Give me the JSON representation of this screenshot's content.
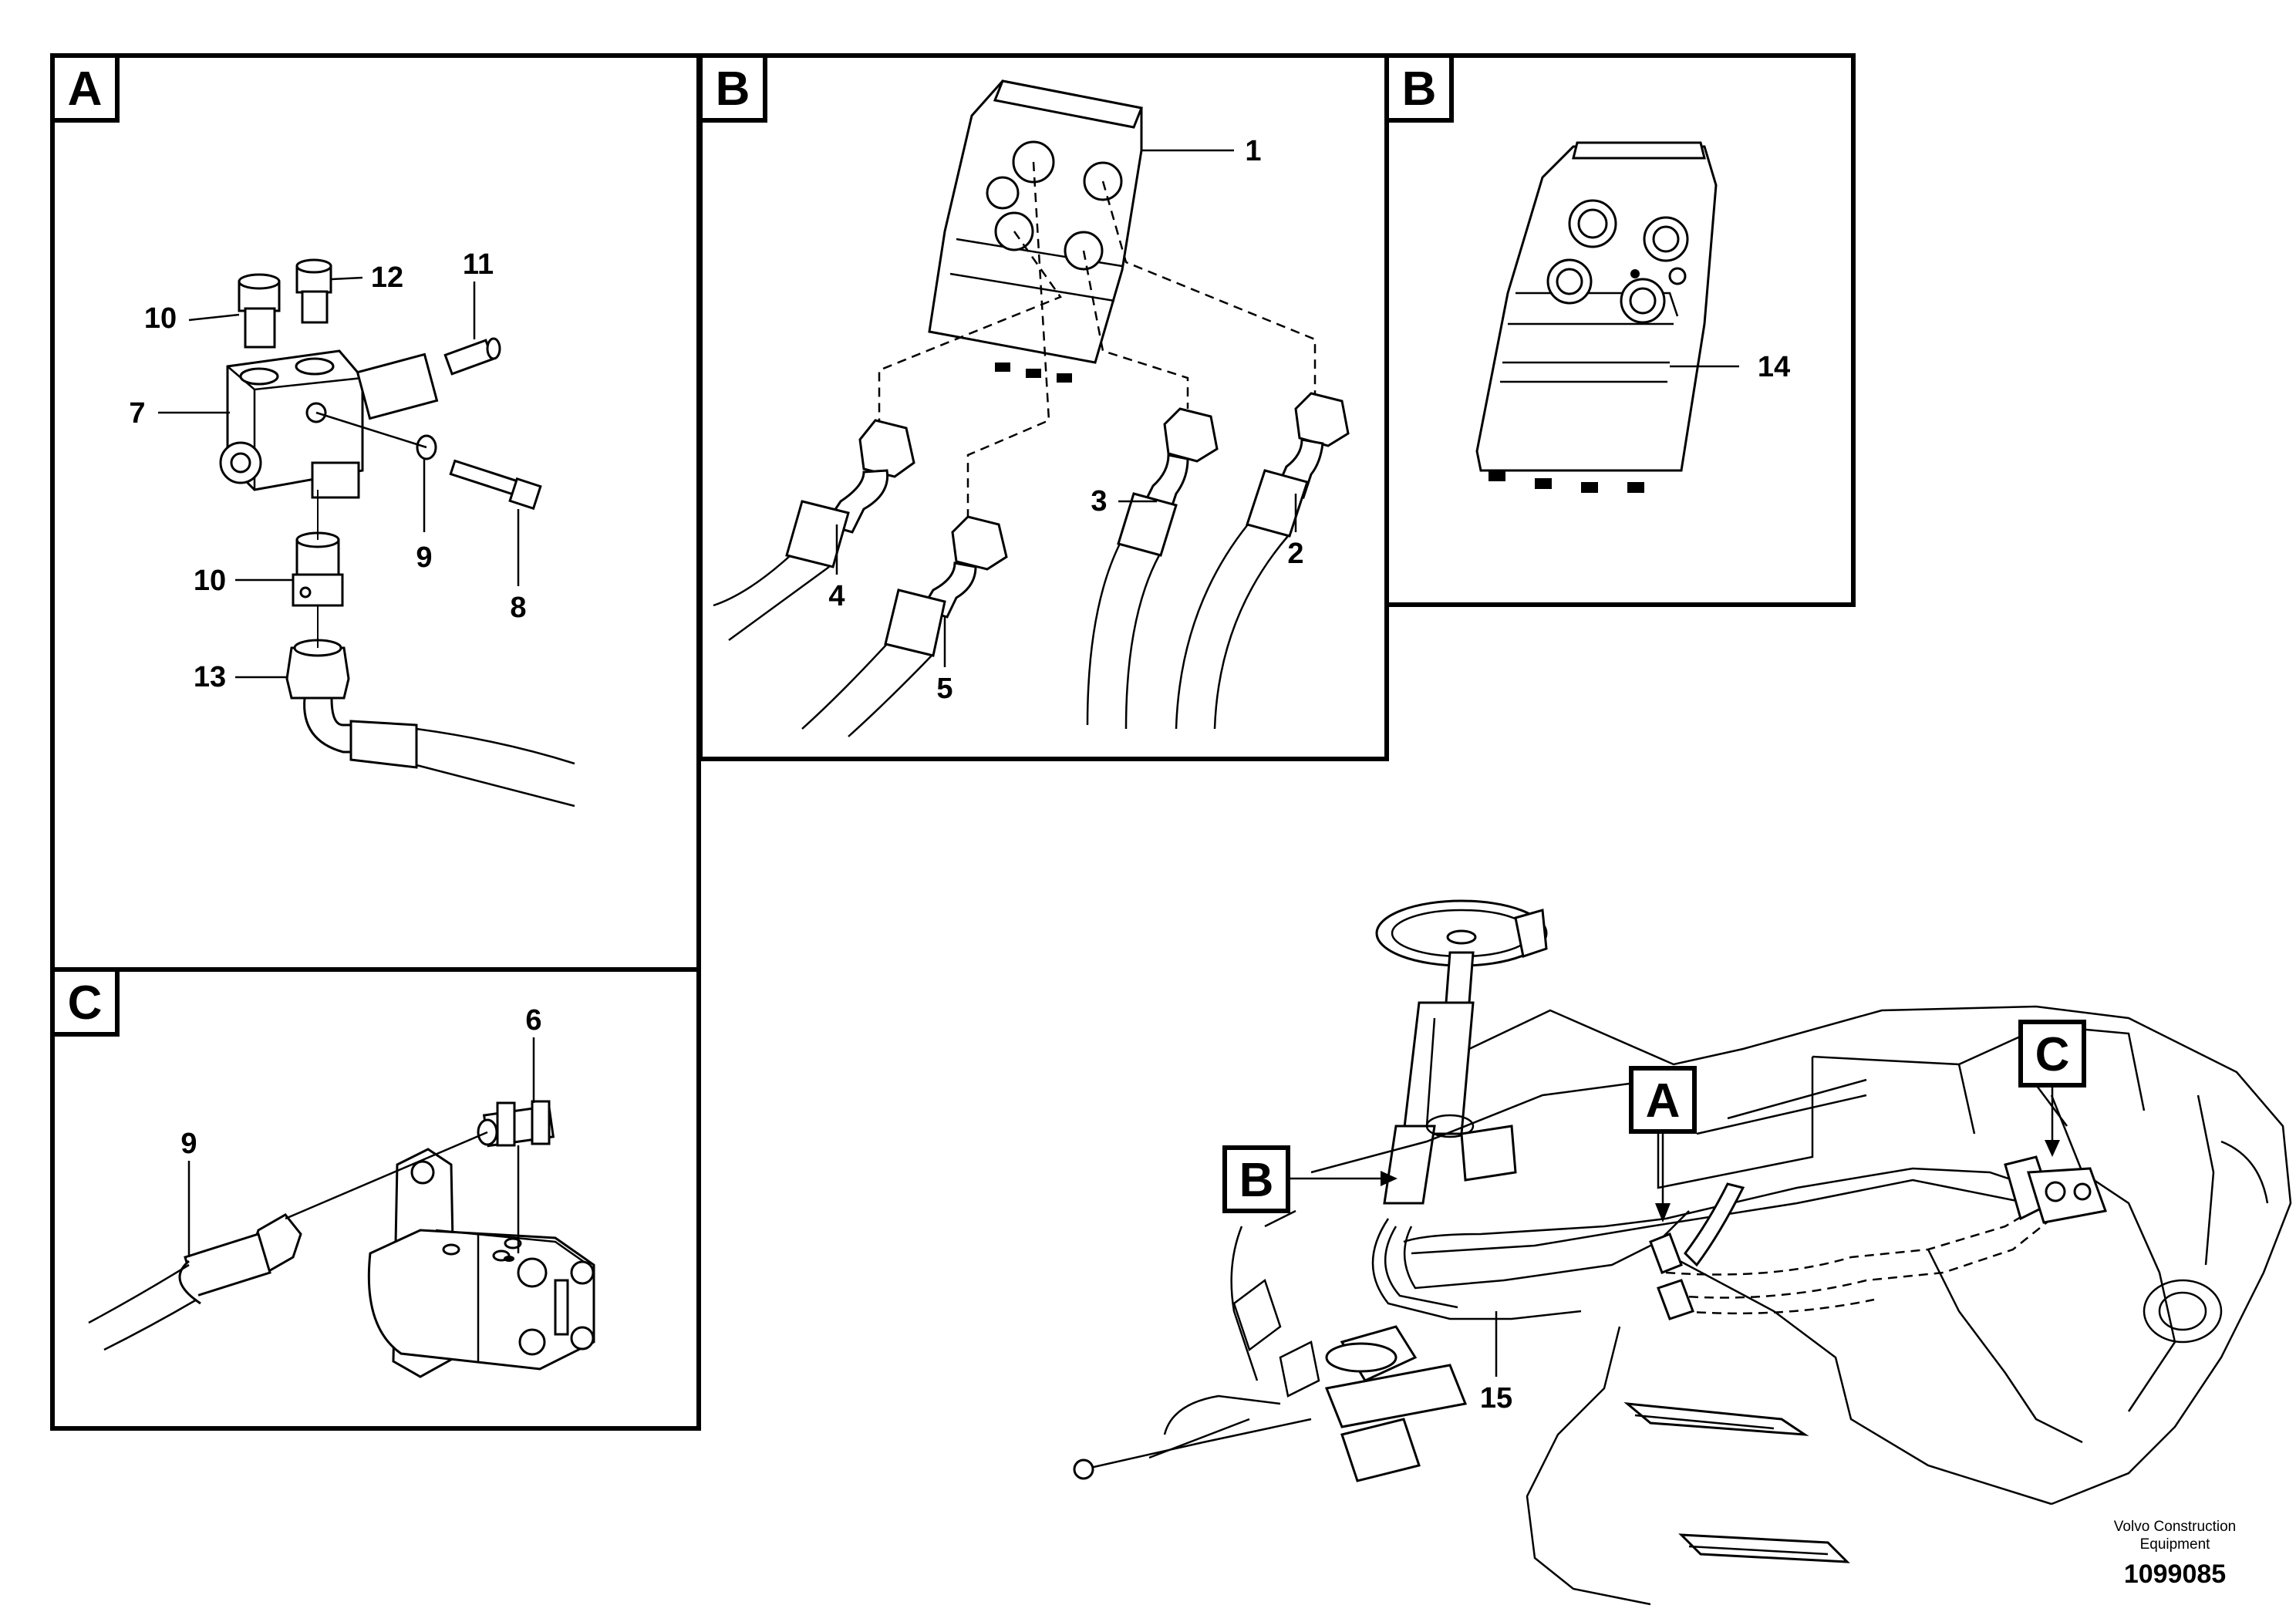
{
  "panels": {
    "A": {
      "tag": "A",
      "labels": {
        "p7": "7",
        "p8": "8",
        "p9": "9",
        "p10a": "10",
        "p10b": "10",
        "p11": "11",
        "p12": "12",
        "p13": "13"
      }
    },
    "B1": {
      "tag": "B",
      "labels": {
        "p1": "1",
        "p2": "2",
        "p3": "3",
        "p4": "4",
        "p5": "5"
      }
    },
    "B2": {
      "tag": "B",
      "labels": {
        "p14": "14"
      }
    },
    "C": {
      "tag": "C",
      "labels": {
        "p6": "6",
        "p9": "9"
      }
    }
  },
  "overview": {
    "callout_a": "A",
    "callout_b": "B",
    "callout_c": "C",
    "label_15": "15"
  },
  "footer": {
    "company_line1": "Volvo Construction",
    "company_line2": "Equipment",
    "doc_number": "1099085"
  }
}
